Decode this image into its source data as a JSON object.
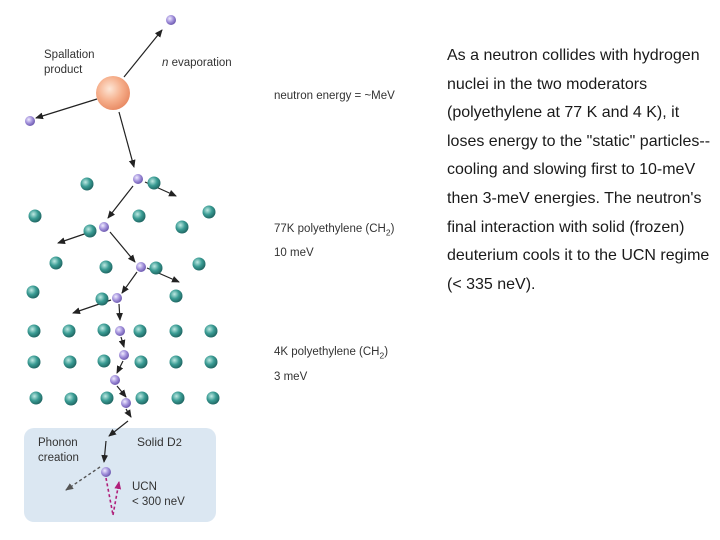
{
  "labels": {
    "spallation": [
      "Spallation",
      "product"
    ],
    "n_italic": "n",
    "evaporation": " evaporation",
    "neutron_energy": "neutron energy = ~MeV",
    "pe77_pre": "77K polyethylene (CH",
    "pe77_sub": "2",
    "pe77_post": ")",
    "pe77_energy": "10 meV",
    "pe4_pre": "4K polyethylene (CH",
    "pe4_sub": "2",
    "pe4_post": ")",
    "pe4_energy": "3 meV",
    "phonon": [
      "Phonon",
      "creation"
    ],
    "solid_pre": "Solid D",
    "solid_sub": "2",
    "ucn": [
      "UCN",
      "< 300 neV"
    ]
  },
  "explanation": "As a neutron collides with hydrogen nuclei in the two moderators (polyethylene at 77 K and 4 K), it loses energy to the \"static\" particles--cooling and slowing first to 10-meV then 3-meV energies. The neutron's final interaction with solid (frozen) deuterium cools it to the UCN regime (< 335 neV).",
  "colors": {
    "spallation_nucleus": "#f4a57e",
    "hydrogen_nuclei": "#2e8b84",
    "neutron": "#9a86d4",
    "solid_d2_box": "#dbe7f2",
    "ucn_arrows": "#b0207a"
  }
}
